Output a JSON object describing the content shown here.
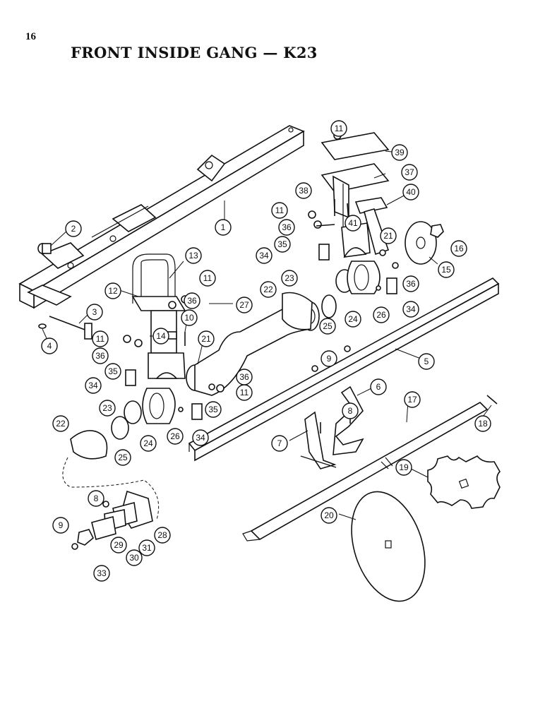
{
  "page": {
    "number": "16",
    "title": "FRONT INSIDE GANG — K23"
  },
  "callouts": [
    {
      "id": "c1",
      "label": "1"
    },
    {
      "id": "c2",
      "label": "2"
    },
    {
      "id": "c3",
      "label": "3"
    },
    {
      "id": "c4",
      "label": "4"
    },
    {
      "id": "c5",
      "label": "5"
    },
    {
      "id": "c6",
      "label": "6"
    },
    {
      "id": "c7",
      "label": "7"
    },
    {
      "id": "c8a",
      "label": "8"
    },
    {
      "id": "c8b",
      "label": "8"
    },
    {
      "id": "c9a",
      "label": "9"
    },
    {
      "id": "c9b",
      "label": "9"
    },
    {
      "id": "c10",
      "label": "10"
    },
    {
      "id": "c11a",
      "label": "11"
    },
    {
      "id": "c11b",
      "label": "11"
    },
    {
      "id": "c11c",
      "label": "11"
    },
    {
      "id": "c11d",
      "label": "11"
    },
    {
      "id": "c11e",
      "label": "11"
    },
    {
      "id": "c12",
      "label": "12"
    },
    {
      "id": "c13",
      "label": "13"
    },
    {
      "id": "c14",
      "label": "14"
    },
    {
      "id": "c15",
      "label": "15"
    },
    {
      "id": "c16",
      "label": "16"
    },
    {
      "id": "c17",
      "label": "17"
    },
    {
      "id": "c18",
      "label": "18"
    },
    {
      "id": "c19",
      "label": "19"
    },
    {
      "id": "c20",
      "label": "20"
    },
    {
      "id": "c21a",
      "label": "21"
    },
    {
      "id": "c21b",
      "label": "21"
    },
    {
      "id": "c22a",
      "label": "22"
    },
    {
      "id": "c22b",
      "label": "22"
    },
    {
      "id": "c23a",
      "label": "23"
    },
    {
      "id": "c23b",
      "label": "23"
    },
    {
      "id": "c24a",
      "label": "24"
    },
    {
      "id": "c24b",
      "label": "24"
    },
    {
      "id": "c25a",
      "label": "25"
    },
    {
      "id": "c25b",
      "label": "25"
    },
    {
      "id": "c26a",
      "label": "26"
    },
    {
      "id": "c26b",
      "label": "26"
    },
    {
      "id": "c27",
      "label": "27"
    },
    {
      "id": "c28",
      "label": "28"
    },
    {
      "id": "c29",
      "label": "29"
    },
    {
      "id": "c30",
      "label": "30"
    },
    {
      "id": "c31",
      "label": "31"
    },
    {
      "id": "c33",
      "label": "33"
    },
    {
      "id": "c34a",
      "label": "34"
    },
    {
      "id": "c34b",
      "label": "34"
    },
    {
      "id": "c34c",
      "label": "34"
    },
    {
      "id": "c34d",
      "label": "34"
    },
    {
      "id": "c35a",
      "label": "35"
    },
    {
      "id": "c35b",
      "label": "35"
    },
    {
      "id": "c35c",
      "label": "35"
    },
    {
      "id": "c36a",
      "label": "36"
    },
    {
      "id": "c36b",
      "label": "36"
    },
    {
      "id": "c36c",
      "label": "36"
    },
    {
      "id": "c36d",
      "label": "36"
    },
    {
      "id": "c36e",
      "label": "36"
    },
    {
      "id": "c37",
      "label": "37"
    },
    {
      "id": "c38",
      "label": "38"
    },
    {
      "id": "c39",
      "label": "39"
    },
    {
      "id": "c40",
      "label": "40"
    },
    {
      "id": "c41",
      "label": "41"
    }
  ]
}
